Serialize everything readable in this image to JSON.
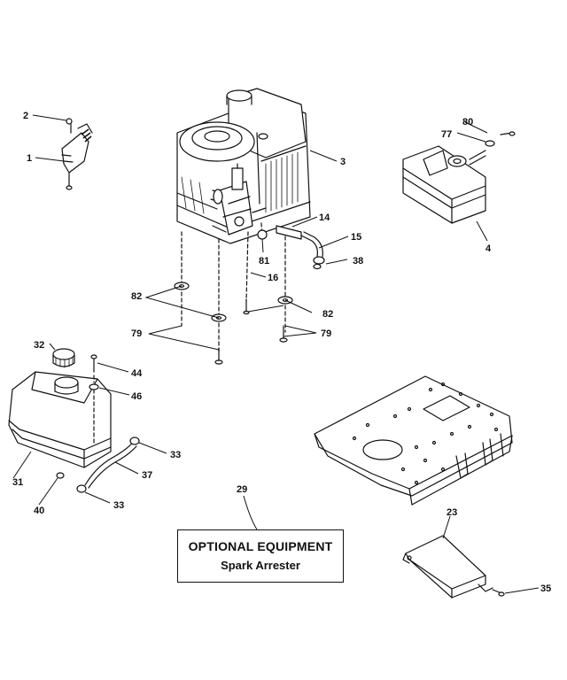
{
  "callouts": {
    "c1": "1",
    "c2": "2",
    "c3": "3",
    "c4": "4",
    "c14": "14",
    "c15": "15",
    "c16": "16",
    "c23": "23",
    "c29": "29",
    "c31": "31",
    "c32": "32",
    "c33a": "33",
    "c33b": "33",
    "c35": "35",
    "c37": "37",
    "c38": "38",
    "c40": "40",
    "c44": "44",
    "c46": "46",
    "c77": "77",
    "c79a": "79",
    "c79b": "79",
    "c80": "80",
    "c81": "81",
    "c82a": "82",
    "c82b": "82"
  },
  "optional_box": {
    "title": "OPTIONAL EQUIPMENT",
    "subtitle": "Spark Arrester"
  }
}
